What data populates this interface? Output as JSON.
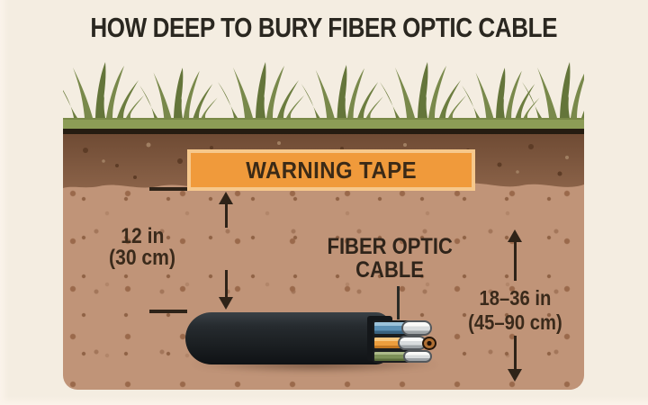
{
  "title": "HOW DEEP TO BURY FIBER OPTIC CABLE",
  "tape": {
    "label": "WARNING TAPE"
  },
  "cable_label": {
    "line1": "FIBER OPTIC",
    "line2": "CABLE"
  },
  "measurements": {
    "left": {
      "value": "12 in",
      "metric": "(30 cm)"
    },
    "right": {
      "value": "18–36 in",
      "metric": "(45–90 cm)"
    }
  },
  "colors": {
    "background": "#F4EDE1",
    "title_text": "#2A2720",
    "grass": "#79894B",
    "sod_band": "#8C9C56",
    "topsoil": "#7B5740",
    "subsoil": "#C09478",
    "warning_tape": "#F09A3B",
    "tape_border": "#F6C88C",
    "tape_text": "#3B2A17",
    "measurement_text": "#3A2A1B",
    "cable_jacket": "#1E2326",
    "fiber_blue": "#5B90B4",
    "fiber_orange": "#EC9E3E",
    "fiber_green": "#7D9158",
    "fiber_tip": "#E9EAEA",
    "copper_ring": "#B06F33"
  }
}
